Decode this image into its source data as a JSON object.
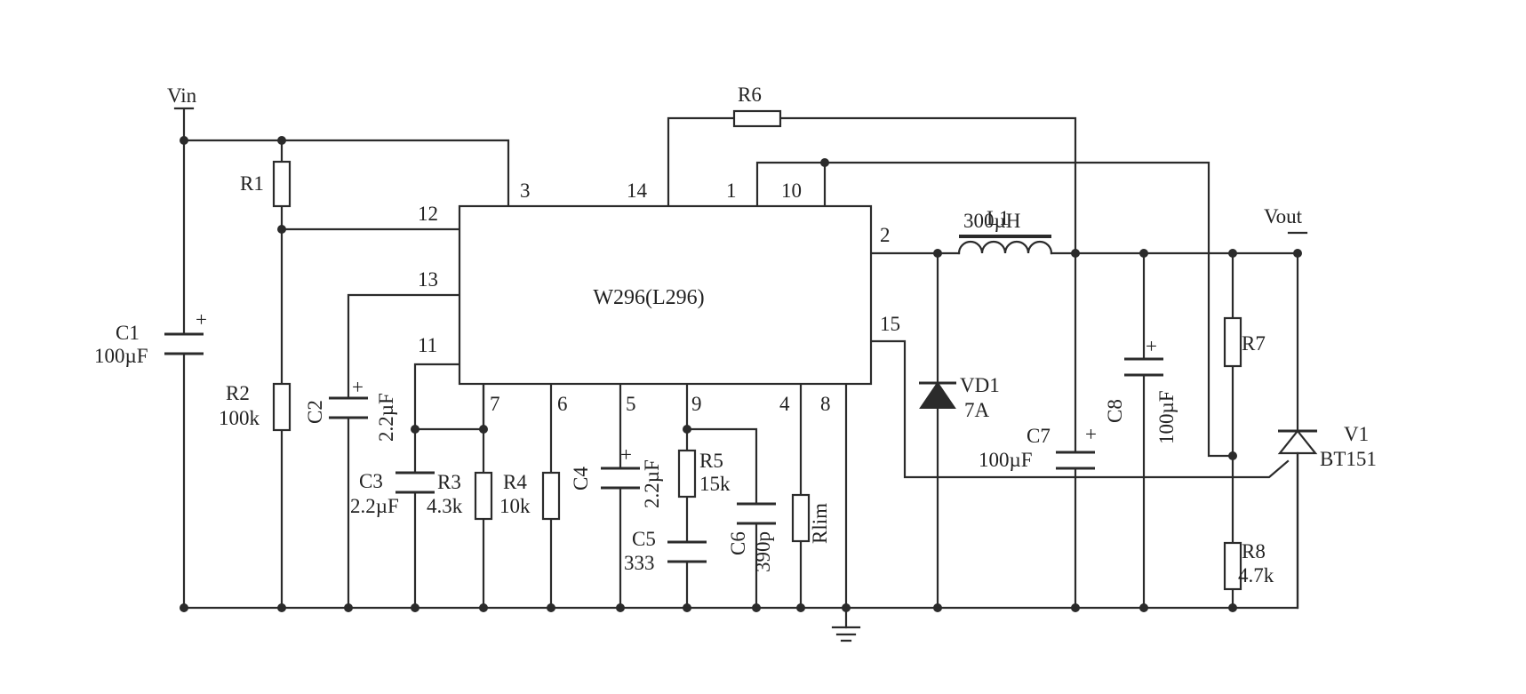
{
  "ic": {
    "name": "W296(L296)"
  },
  "pins": {
    "p1": "1",
    "p2": "2",
    "p3": "3",
    "p4": "4",
    "p5": "5",
    "p6": "6",
    "p7": "7",
    "p8": "8",
    "p9": "9",
    "p10": "10",
    "p11": "11",
    "p12": "12",
    "p13": "13",
    "p14": "14",
    "p15": "15"
  },
  "rails": {
    "vin": "Vin",
    "vout": "Vout"
  },
  "components": {
    "r1": {
      "ref": "R1"
    },
    "r2": {
      "ref": "R2",
      "value": "100k"
    },
    "r3": {
      "ref": "R3",
      "value": "4.3k"
    },
    "r4": {
      "ref": "R4",
      "value": "10k"
    },
    "r5": {
      "ref": "R5",
      "value": "15k"
    },
    "r6": {
      "ref": "R6"
    },
    "r7": {
      "ref": "R7"
    },
    "r8": {
      "ref": "R8",
      "value": "4.7k"
    },
    "rlim": {
      "ref": "Rlim"
    },
    "c1": {
      "ref": "C1",
      "value": "100µF"
    },
    "c2": {
      "ref": "C2",
      "value": "2.2µF"
    },
    "c3": {
      "ref": "C3",
      "value": "2.2µF"
    },
    "c4": {
      "ref": "C4",
      "value": "2.2µF"
    },
    "c5": {
      "ref": "C5",
      "value": "333"
    },
    "c6": {
      "ref": "C6",
      "value": "390p"
    },
    "c7": {
      "ref": "C7",
      "value": "100µF"
    },
    "c8": {
      "ref": "C8",
      "value": "100µF"
    },
    "l1": {
      "ref": "L1",
      "value": "300µH"
    },
    "vd1": {
      "ref": "VD1",
      "value": "7A"
    },
    "v1": {
      "ref": "V1",
      "value": "BT151"
    }
  },
  "polarity_mark": "+"
}
